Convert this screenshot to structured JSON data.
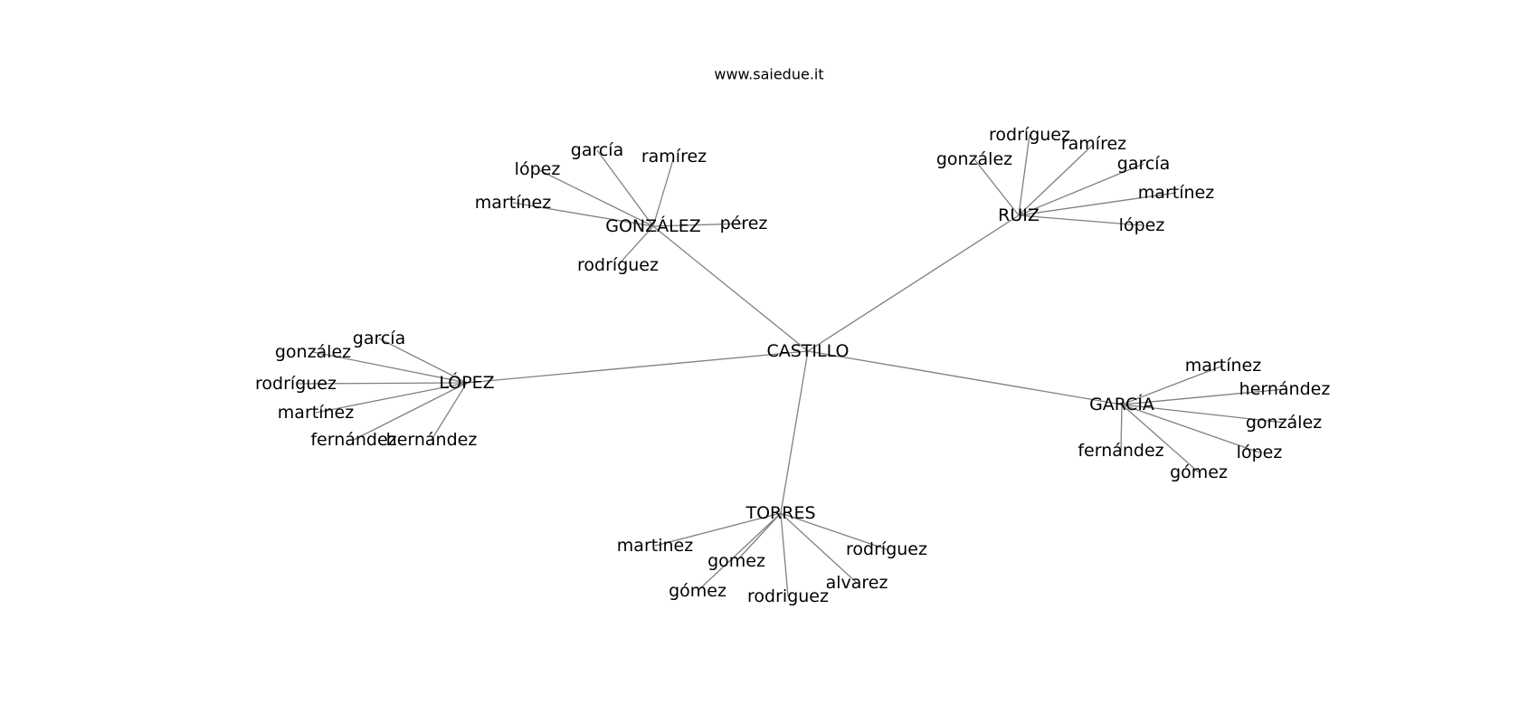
{
  "watermark": "www.saiedue.it",
  "root": "CASTILLO",
  "groups": [
    {
      "name": "GONZÁLEZ",
      "children": [
        "rodríguez",
        "martínez",
        "lópez",
        "garcía",
        "ramírez",
        "pérez"
      ]
    },
    {
      "name": "RUIZ",
      "children": [
        "gonzález",
        "rodríguez",
        "ramírez",
        "garcía",
        "martínez",
        "lópez"
      ]
    },
    {
      "name": "LÓPEZ",
      "children": [
        "garcía",
        "gonzález",
        "rodríguez",
        "martínez",
        "fernández",
        "hernández"
      ]
    },
    {
      "name": "GARCÍA",
      "children": [
        "martínez",
        "hernández",
        "gonzález",
        "lópez",
        "gómez",
        "fernández"
      ]
    },
    {
      "name": "TORRES",
      "children": [
        "martinez",
        "gomez",
        "gómez",
        "rodriguez",
        "alvarez",
        "rodríguez"
      ]
    }
  ]
}
